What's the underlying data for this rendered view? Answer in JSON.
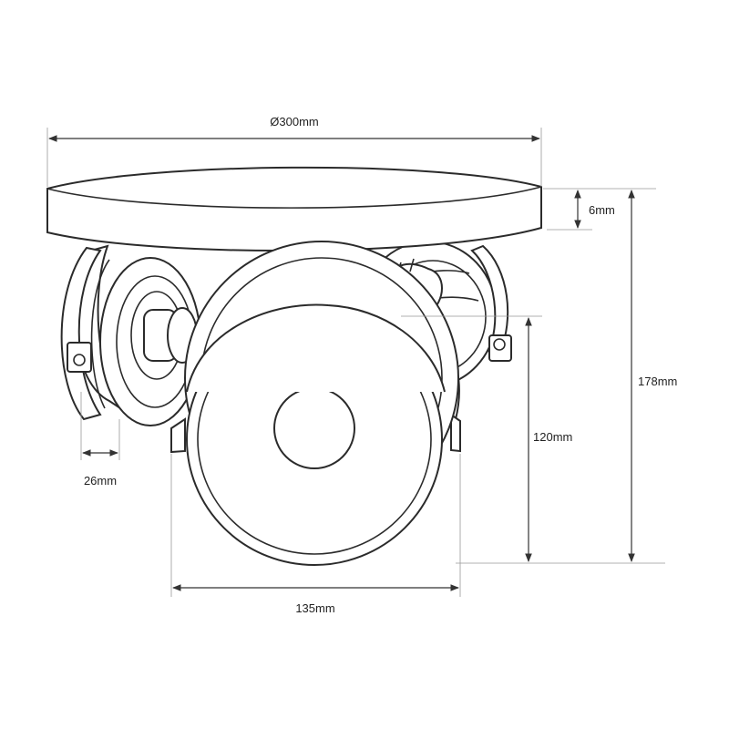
{
  "drawing": {
    "subject": "ceiling spotlight fixture with three heads, front view",
    "line_color": "#2b2b2b",
    "background": "#ffffff"
  },
  "dimensions": {
    "diameter": "Ø300mm",
    "plate_thickness": "6mm",
    "total_height": "178mm",
    "head_height": "120mm",
    "head_width": "135mm",
    "offset": "26mm"
  }
}
